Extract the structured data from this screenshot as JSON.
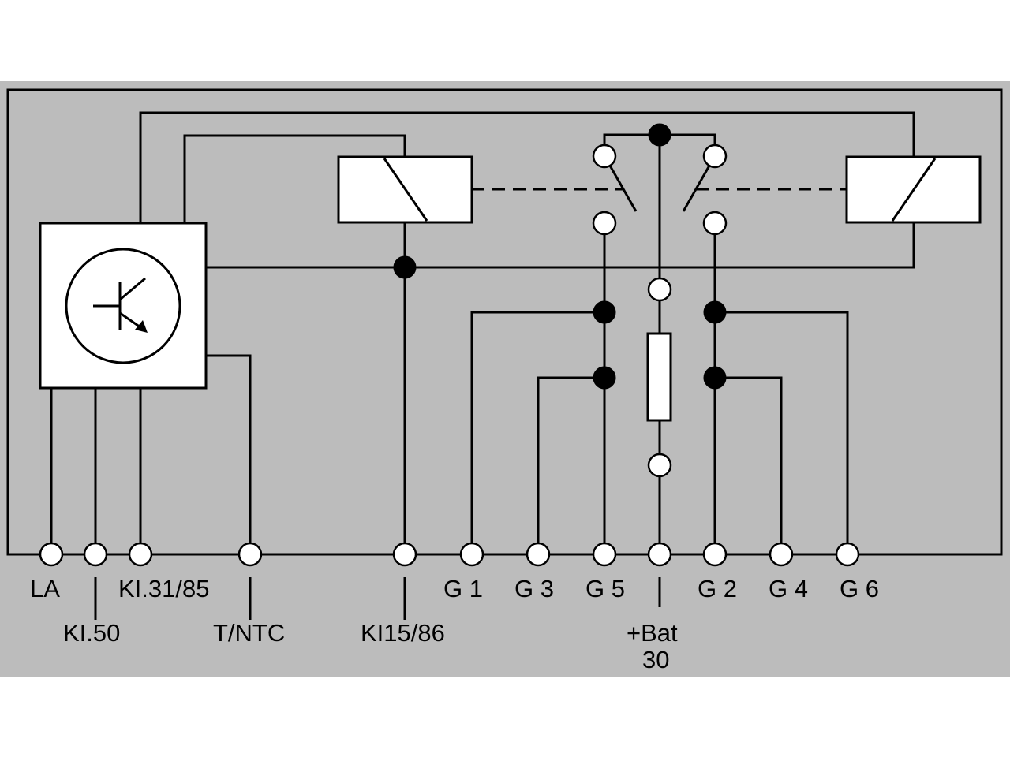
{
  "labels": {
    "la": "LA",
    "kl50": "KI.50",
    "kl3185": "KI.31/85",
    "tntc": "T/NTC",
    "kl1586": "KI15/86",
    "g1": "G 1",
    "g3": "G 3",
    "g5": "G 5",
    "bat": "+Bat",
    "bat30": "30",
    "g2": "G 2",
    "g4": "G 4",
    "g6": "G 6"
  },
  "colors": {
    "panel": "#bcbcbc",
    "background": "#ffffff",
    "line": "#000000"
  },
  "icons": {
    "transistor": "transistor-icon",
    "relay_coil": "relay-coil",
    "fuse": "fuse"
  }
}
